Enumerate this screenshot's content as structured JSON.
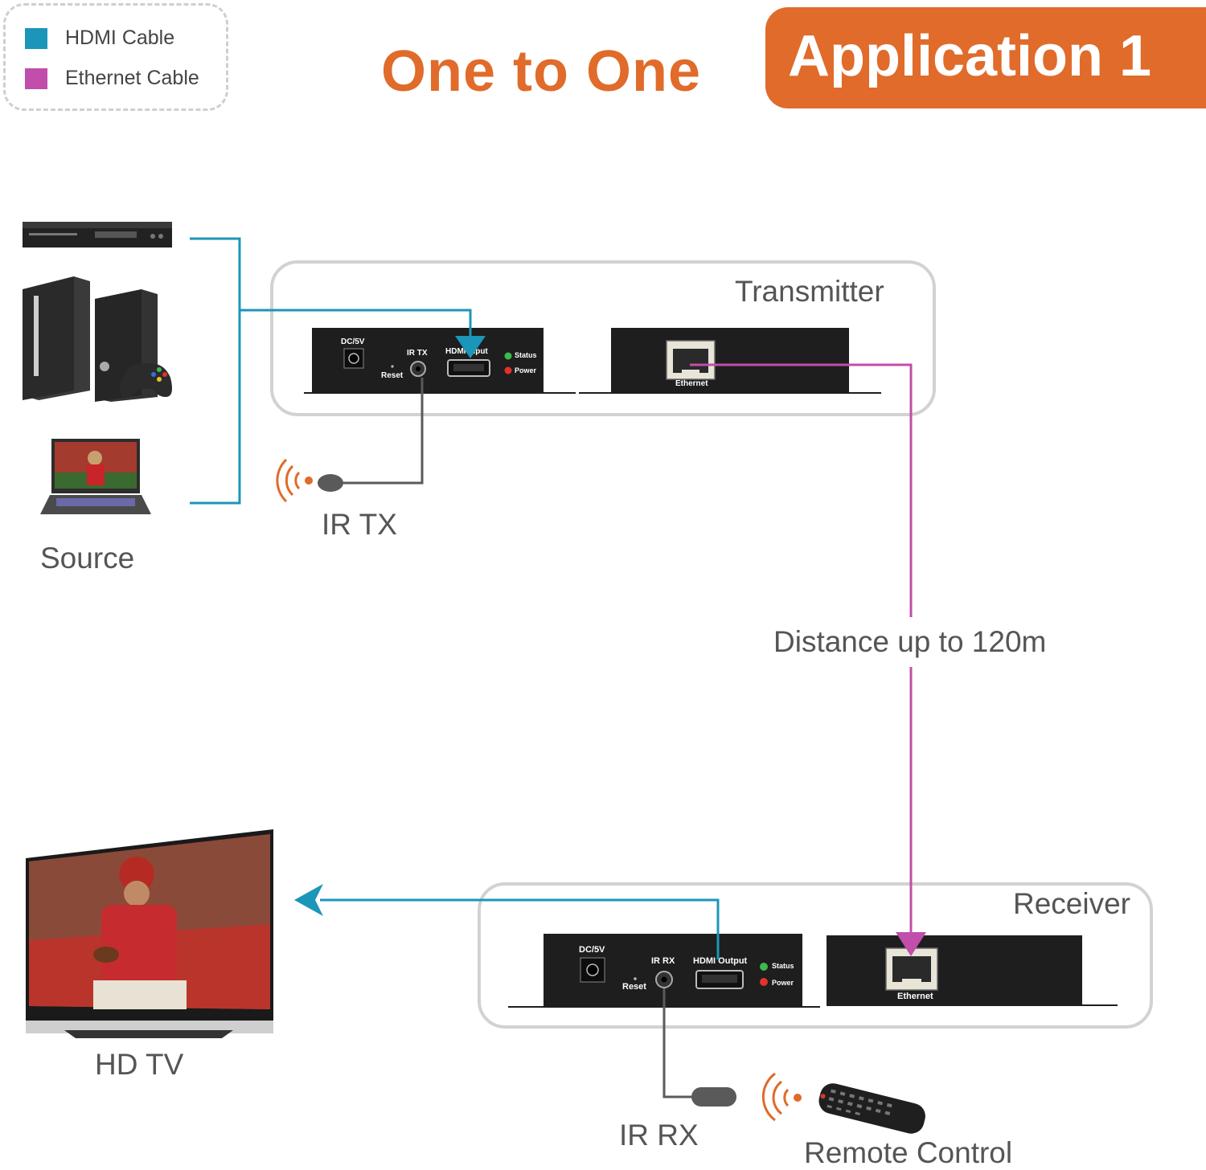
{
  "legend": {
    "items": [
      {
        "label": "HDMI Cable",
        "color": "#1b96b8"
      },
      {
        "label": "Ethernet Cable",
        "color": "#c04eaa"
      }
    ]
  },
  "title": "One to One",
  "badge": {
    "text": "Application 1",
    "color": "#e06b2a"
  },
  "transmitter": {
    "label": "Transmitter",
    "front": {
      "power_label": "DC/5V",
      "reset_label": "Reset",
      "ir_label": "IR TX",
      "hdmi_label": "HDMI Input",
      "status_label": "Status",
      "power_led_label": "Power"
    },
    "back": {
      "port_label": "Ethernet"
    }
  },
  "receiver": {
    "label": "Receiver",
    "front": {
      "power_label": "DC/5V",
      "reset_label": "Reset",
      "ir_label": "IR RX",
      "hdmi_label": "HDMI Output",
      "status_label": "Status",
      "power_led_label": "Power"
    },
    "back": {
      "port_label": "Ethernet"
    }
  },
  "source": {
    "label": "Source",
    "devices": [
      "blu-ray-player",
      "game-console",
      "laptop"
    ]
  },
  "ir_tx": {
    "label": "IR TX"
  },
  "ir_rx": {
    "label": "IR RX"
  },
  "distance": {
    "label": "Distance up to 120m"
  },
  "tv": {
    "label": "HD TV"
  },
  "remote": {
    "label": "Remote Control"
  },
  "colors": {
    "hdmi": "#1b96b8",
    "ethernet": "#c04eaa",
    "ir_cable": "#5a5a5a",
    "signal": "#e06b2a",
    "accent": "#e06b2a"
  }
}
